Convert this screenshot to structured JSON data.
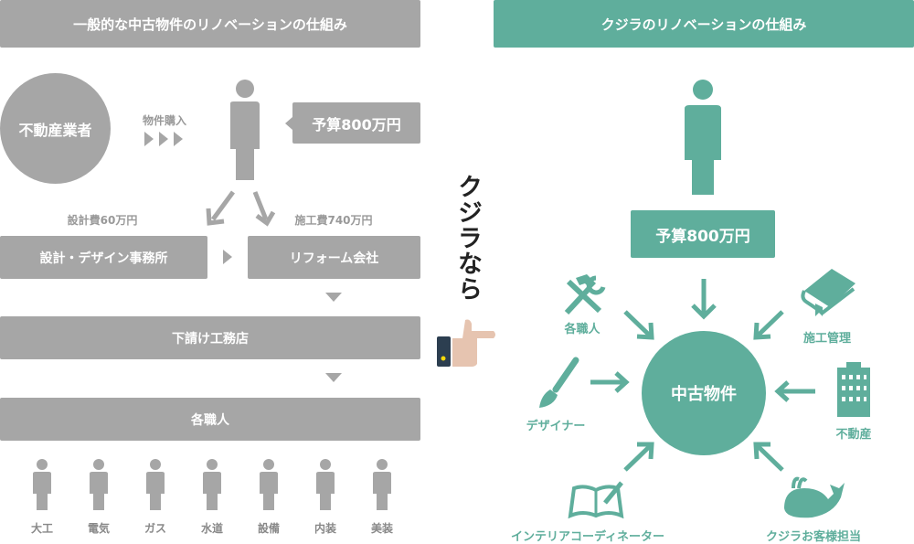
{
  "left": {
    "title": "一般的な中古物件のリノベーションの仕組み",
    "realtor": "不動産業者",
    "purchase_label": "物件購入",
    "budget": "予算800万円",
    "design_fee": "設計費60万円",
    "construction_fee": "施工費740万円",
    "design_office": "設計・デザイン事務所",
    "reform_company": "リフォーム会社",
    "subcontractor": "下請け工務店",
    "craftsmen": "各職人",
    "trades": [
      "大工",
      "電気",
      "ガス",
      "水道",
      "設備",
      "内装",
      "美装"
    ]
  },
  "middle": {
    "callout": "クジラなら"
  },
  "right": {
    "title": "クジラのリノベーションの仕組み",
    "budget": "予算800万円",
    "center": "中古物件",
    "roles": {
      "craftsmen": "各職人",
      "construction_management": "施工管理",
      "designer": "デザイナー",
      "real_estate": "不動産",
      "interior_coordinator": "インテリアコーディネーター",
      "customer_rep": "クジラお客様担当"
    }
  },
  "colors": {
    "gray": "#a6a6a6",
    "teal": "#5fae9c",
    "text_dark": "#222222"
  }
}
